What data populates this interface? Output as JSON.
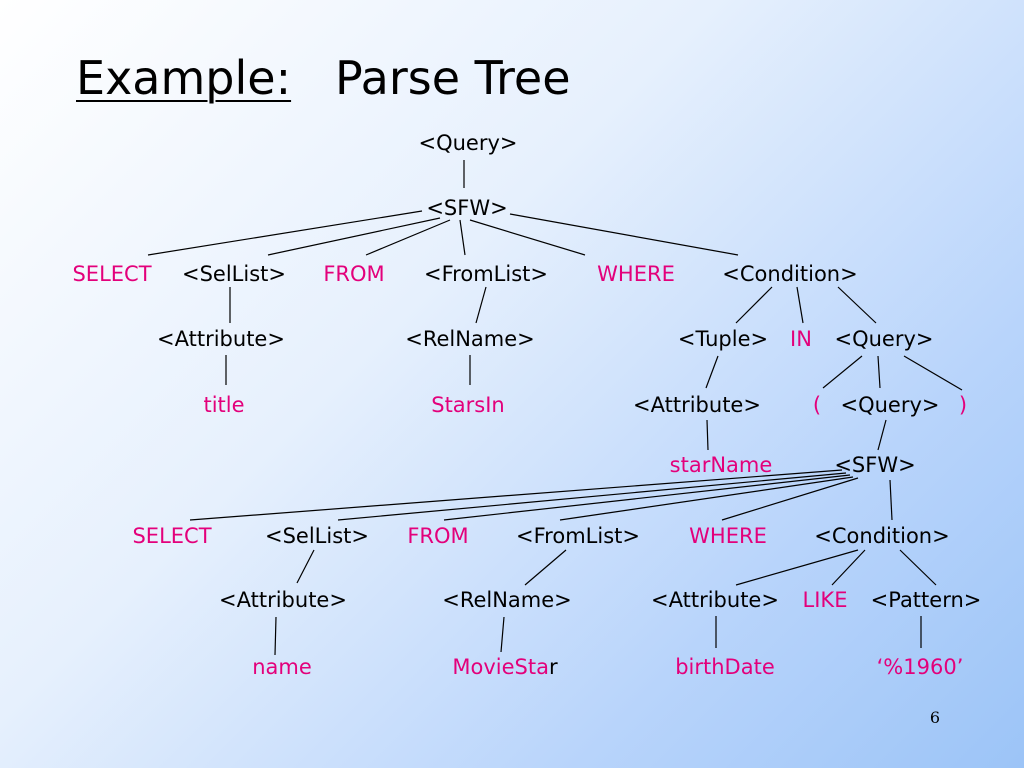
{
  "slide": {
    "title_prefix": "Example:",
    "title_main": "Parse Tree",
    "page_number": "6"
  },
  "colors": {
    "terminal": "#e3007b",
    "nonterminal": "#000000"
  },
  "tree": {
    "nodes": [
      {
        "id": "query1",
        "label": "<Query>",
        "kind": "nonterminal"
      },
      {
        "id": "sfw1",
        "label": "<SFW>",
        "kind": "nonterminal"
      },
      {
        "id": "select1",
        "label": "SELECT",
        "kind": "terminal"
      },
      {
        "id": "sellist1",
        "label": "<SelList>",
        "kind": "nonterminal"
      },
      {
        "id": "from1",
        "label": "FROM",
        "kind": "terminal"
      },
      {
        "id": "fromlist1",
        "label": "<FromList>",
        "kind": "nonterminal"
      },
      {
        "id": "where1",
        "label": "WHERE",
        "kind": "terminal"
      },
      {
        "id": "cond1",
        "label": "<Condition>",
        "kind": "nonterminal"
      },
      {
        "id": "attr1",
        "label": "<Attribute>",
        "kind": "nonterminal"
      },
      {
        "id": "rel1",
        "label": "<RelName>",
        "kind": "nonterminal"
      },
      {
        "id": "tuple1",
        "label": "<Tuple>",
        "kind": "nonterminal"
      },
      {
        "id": "in1",
        "label": "IN",
        "kind": "terminal"
      },
      {
        "id": "query2",
        "label": "<Query>",
        "kind": "nonterminal"
      },
      {
        "id": "title1",
        "label": "title",
        "kind": "terminal"
      },
      {
        "id": "starsin1",
        "label": "StarsIn",
        "kind": "terminal"
      },
      {
        "id": "attr2",
        "label": "<Attribute>",
        "kind": "nonterminal"
      },
      {
        "id": "lparen",
        "label": "(",
        "kind": "terminal"
      },
      {
        "id": "query3",
        "label": "<Query>",
        "kind": "nonterminal"
      },
      {
        "id": "rparen",
        "label": ")",
        "kind": "terminal"
      },
      {
        "id": "starname1",
        "label": "starName",
        "kind": "terminal"
      },
      {
        "id": "sfw2",
        "label": "<SFW>",
        "kind": "nonterminal"
      },
      {
        "id": "select2",
        "label": "SELECT",
        "kind": "terminal"
      },
      {
        "id": "sellist2",
        "label": "<SelList>",
        "kind": "nonterminal"
      },
      {
        "id": "from2",
        "label": "FROM",
        "kind": "terminal"
      },
      {
        "id": "fromlist2",
        "label": "<FromList>",
        "kind": "nonterminal"
      },
      {
        "id": "where2",
        "label": "WHERE",
        "kind": "terminal"
      },
      {
        "id": "cond2",
        "label": "<Condition>",
        "kind": "nonterminal"
      },
      {
        "id": "attr3",
        "label": "<Attribute>",
        "kind": "nonterminal"
      },
      {
        "id": "rel2",
        "label": "<RelName>",
        "kind": "nonterminal"
      },
      {
        "id": "attr4",
        "label": "<Attribute>",
        "kind": "nonterminal"
      },
      {
        "id": "like1",
        "label": "LIKE",
        "kind": "terminal"
      },
      {
        "id": "pattern1",
        "label": "<Pattern>",
        "kind": "nonterminal"
      },
      {
        "id": "name1",
        "label": "name",
        "kind": "terminal"
      },
      {
        "id": "moviestar1",
        "label": "MovieStar",
        "kind": "terminal",
        "label_parts": [
          "MovieSta",
          "r"
        ],
        "part_kinds": [
          "terminal",
          "nonterminal"
        ]
      },
      {
        "id": "birthdate1",
        "label": "birthDate",
        "kind": "terminal"
      },
      {
        "id": "pct1960",
        "label": "‘%1960’",
        "kind": "terminal"
      }
    ],
    "edges": [
      [
        "query1",
        "sfw1"
      ],
      [
        "sfw1",
        "select1"
      ],
      [
        "sfw1",
        "sellist1"
      ],
      [
        "sfw1",
        "from1"
      ],
      [
        "sfw1",
        "fromlist1"
      ],
      [
        "sfw1",
        "where1"
      ],
      [
        "sfw1",
        "cond1"
      ],
      [
        "sellist1",
        "attr1"
      ],
      [
        "fromlist1",
        "rel1"
      ],
      [
        "cond1",
        "tuple1"
      ],
      [
        "cond1",
        "in1"
      ],
      [
        "cond1",
        "query2"
      ],
      [
        "attr1",
        "title1"
      ],
      [
        "rel1",
        "starsin1"
      ],
      [
        "tuple1",
        "attr2"
      ],
      [
        "query2",
        "lparen"
      ],
      [
        "query2",
        "query3"
      ],
      [
        "query2",
        "rparen"
      ],
      [
        "attr2",
        "starname1"
      ],
      [
        "query3",
        "sfw2"
      ],
      [
        "sfw2",
        "select2"
      ],
      [
        "sfw2",
        "sellist2"
      ],
      [
        "sfw2",
        "from2"
      ],
      [
        "sfw2",
        "fromlist2"
      ],
      [
        "sfw2",
        "where2"
      ],
      [
        "sfw2",
        "cond2"
      ],
      [
        "sellist2",
        "attr3"
      ],
      [
        "fromlist2",
        "rel2"
      ],
      [
        "cond2",
        "attr4"
      ],
      [
        "cond2",
        "like1"
      ],
      [
        "cond2",
        "pattern1"
      ],
      [
        "attr3",
        "name1"
      ],
      [
        "rel2",
        "moviestar1"
      ],
      [
        "attr4",
        "birthdate1"
      ],
      [
        "pattern1",
        "pct1960"
      ]
    ]
  }
}
